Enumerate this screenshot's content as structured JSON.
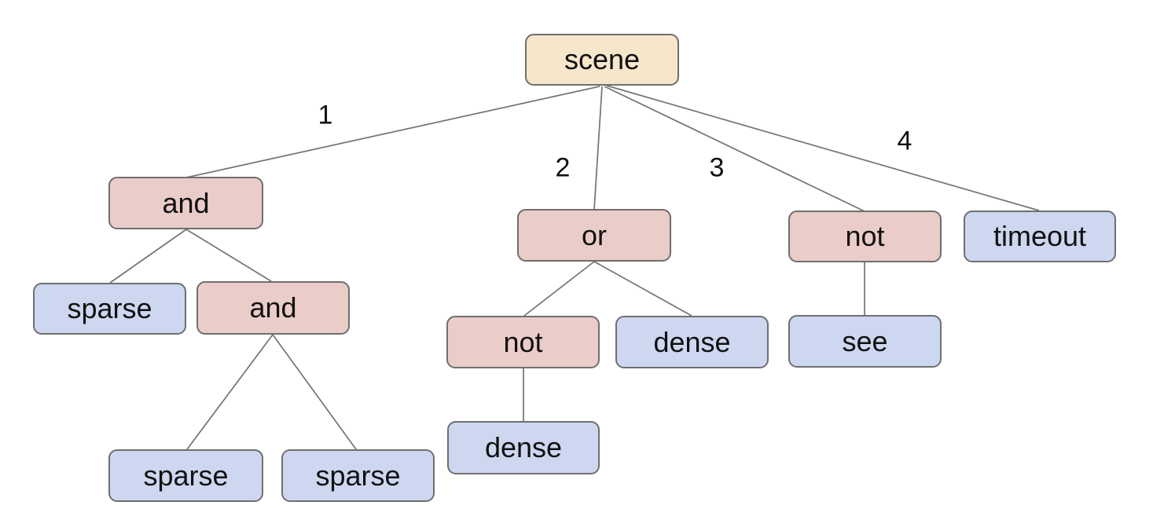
{
  "diagram": {
    "type": "tree",
    "colors": {
      "background": "#ffffff",
      "root_fill": "#f6e6cc",
      "operator_fill": "#eaccc8",
      "leaf_fill": "#cdd7f0",
      "node_border": "#6f6f6f",
      "edge_line": "#737373",
      "text": "#111111"
    },
    "tree": {
      "label": "scene",
      "children": [
        {
          "edge": "1",
          "label": "and",
          "children": [
            {
              "label": "sparse",
              "children": []
            },
            {
              "label": "and",
              "children": [
                {
                  "label": "sparse",
                  "children": []
                },
                {
                  "label": "sparse",
                  "children": []
                }
              ]
            }
          ]
        },
        {
          "edge": "2",
          "label": "or",
          "children": [
            {
              "label": "not",
              "children": [
                {
                  "label": "dense",
                  "children": []
                }
              ]
            },
            {
              "label": "dense",
              "children": []
            }
          ]
        },
        {
          "edge": "3",
          "label": "not",
          "children": [
            {
              "label": "see",
              "children": []
            }
          ]
        },
        {
          "edge": "4",
          "label": "timeout",
          "children": []
        }
      ]
    }
  }
}
